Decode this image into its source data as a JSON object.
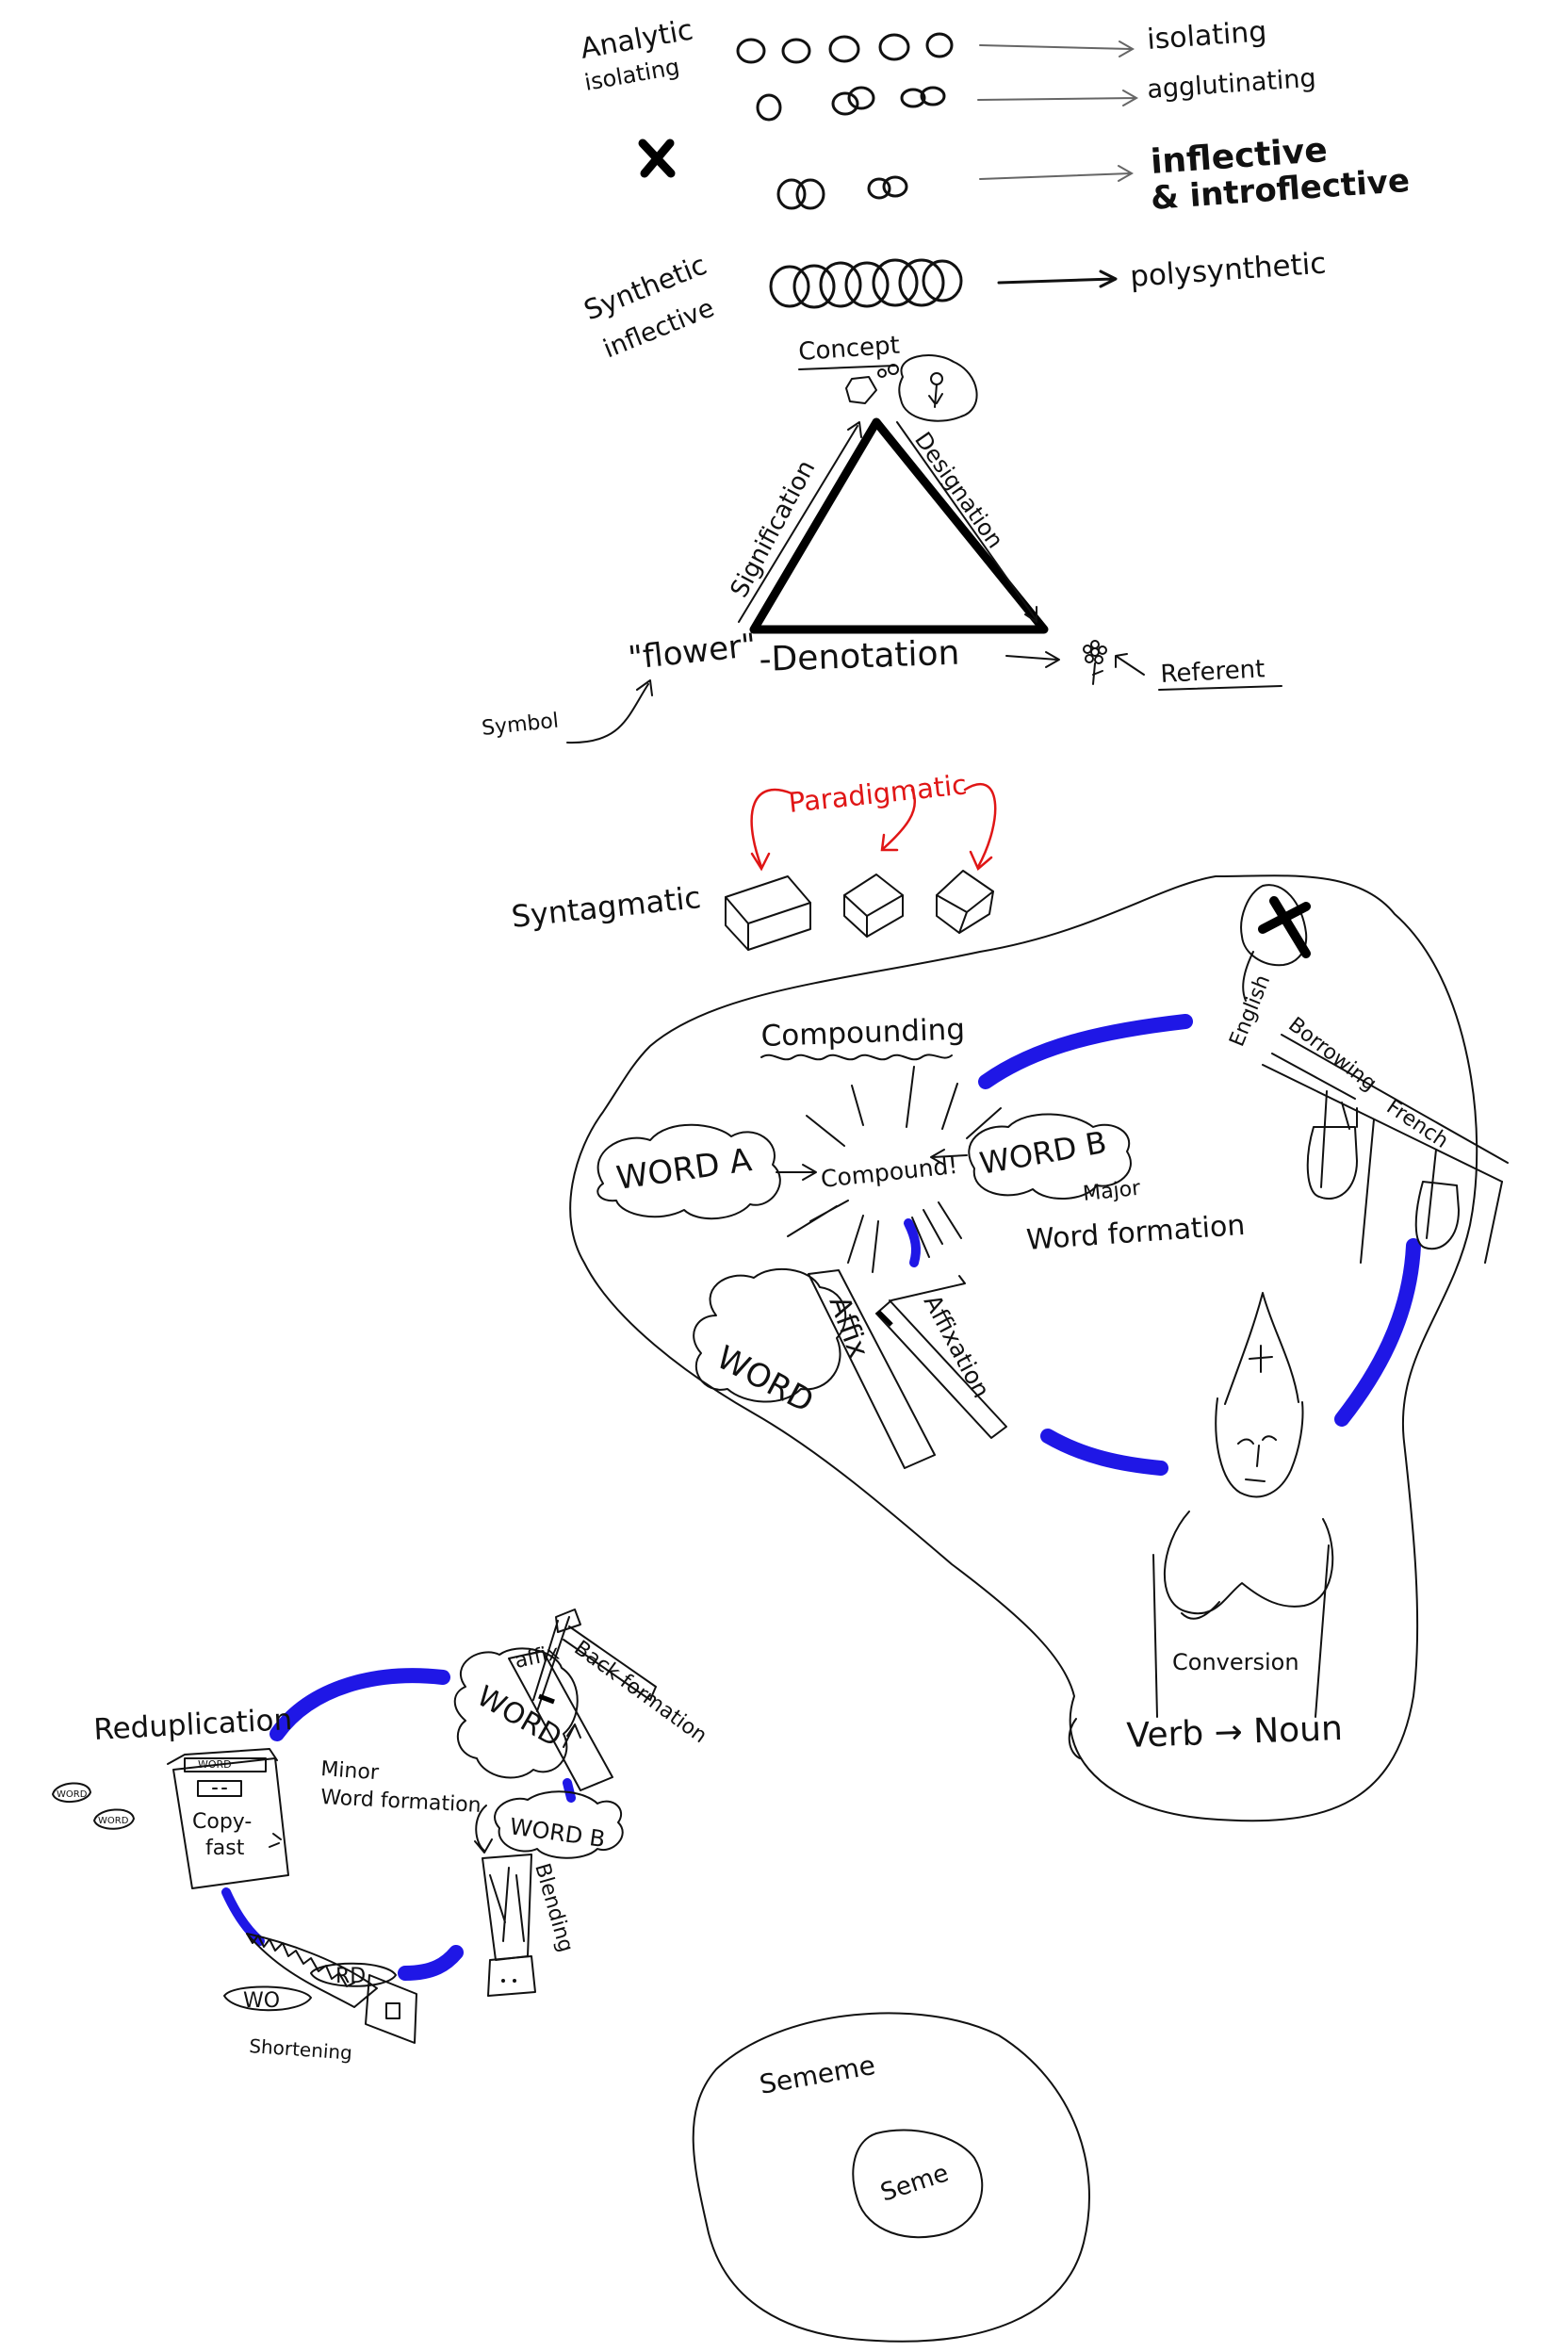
{
  "typology": {
    "analytic": "Analytic",
    "isolating_left": "isolating",
    "synthetic": "Synthetic",
    "inflective_left": "inflective",
    "isolating": "isolating",
    "agglutinating": "agglutinating",
    "inflective": "inflective",
    "introflective": "& introflective",
    "polysynthetic": "polysynthetic"
  },
  "triangle": {
    "concept": "Concept",
    "signification": "Signification",
    "designation": "Designation",
    "symbol_word": "\"flower\"",
    "denotation": "-Denotation",
    "symbol": "Symbol",
    "referent": "Referent"
  },
  "relations": {
    "paradigmatic": "Paradigmatic",
    "syntagmatic": "Syntagmatic"
  },
  "major": {
    "compounding": "Compounding",
    "word_a": "WORD A",
    "word_b": "WORD B",
    "compound": "Compound!",
    "title_line1": "Major",
    "title_line2": "Word formation",
    "english": "English",
    "borrowing": "Borrowing",
    "french": "French",
    "affix": "Affix",
    "affixation": "Affixation",
    "word": "WORD",
    "conversion": "Conversion",
    "verb_noun": "Verb → Noun"
  },
  "minor": {
    "reduplication": "Reduplication",
    "title_line1": "Minor",
    "title_line2": "Word formation",
    "box_label": "WORD",
    "copy_fast_1": "Copy-",
    "copy_fast_2": "fast",
    "small_word_1": "WORD",
    "small_word_2": "WORD",
    "back_formation": "Back formation",
    "affix": "affix",
    "word": "WORD",
    "word_b": "WORD B",
    "blending": "Blending",
    "shortening": "Shortening",
    "wo": "WO",
    "rd": "RD"
  },
  "semantics": {
    "sememe": "Sememe",
    "seme": "Seme"
  },
  "colors": {
    "ink": "#111111",
    "cycle_arrows": "#1f17e6",
    "paradigmatic": "#e01616"
  }
}
